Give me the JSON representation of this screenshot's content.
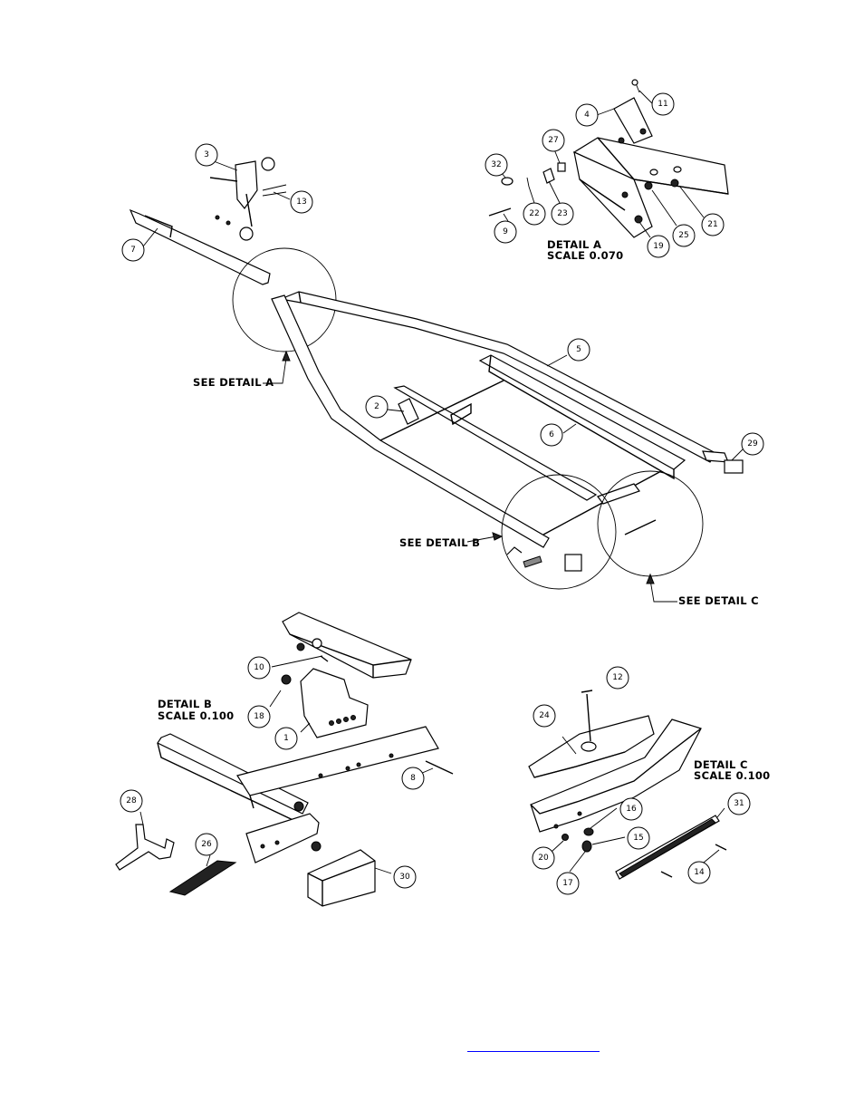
{
  "detail_labels": {
    "detail_a_title": "DETAIL  A",
    "detail_a_scale": "SCALE  0.070",
    "detail_b_title": "DETAIL  B",
    "detail_b_scale": "SCALE  0.100",
    "detail_c_title": "DETAIL  C",
    "detail_c_scale": "SCALE  0.100",
    "see_detail_a": "SEE DETAIL  A",
    "see_detail_b": "SEE DETAIL  B",
    "see_detail_c": "SEE DETAIL  C"
  },
  "balloons": {
    "b3": "3",
    "b13": "13",
    "b7": "7",
    "b11": "11",
    "b4": "4",
    "b27": "27",
    "b32": "32",
    "b22": "22",
    "b23": "23",
    "b9": "9",
    "b25": "25",
    "b21": "21",
    "b19": "19",
    "b5": "5",
    "b2": "2",
    "b6": "6",
    "b29": "29",
    "b10": "10",
    "b18": "18",
    "b1": "1",
    "b8": "8",
    "b28": "28",
    "b26": "26",
    "b30": "30",
    "b12": "12",
    "b24": "24",
    "b16": "16",
    "b15": "15",
    "b20": "20",
    "b17": "17",
    "b31": "31",
    "b14": "14"
  },
  "colors": {
    "line": "#000000",
    "link_underline": "#0000ff"
  }
}
